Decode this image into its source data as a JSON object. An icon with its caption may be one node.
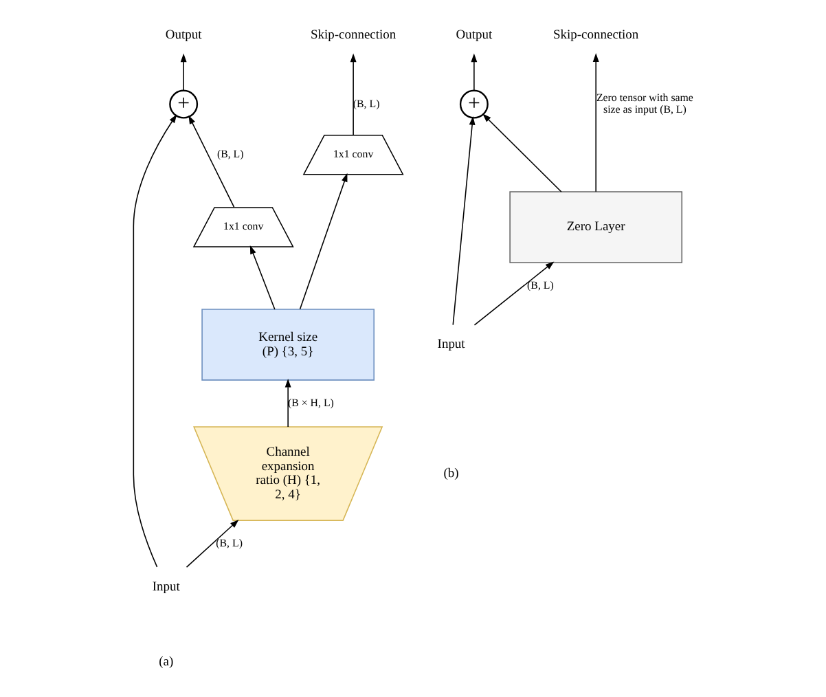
{
  "diagram": {
    "nodes": [
      {
        "text": [
          "Output"
        ]
      },
      {
        "text": [
          "Skip-connection"
        ]
      },
      {
        "text": [
          "+"
        ]
      },
      {
        "text": [
          "1x1 conv"
        ]
      },
      {
        "text": [
          "1x1 conv"
        ]
      },
      {
        "text": [
          "Kernel size (P) {3, 5}"
        ]
      },
      {
        "text": [
          "Channel expansion ratio (H) {1, 2, 4}"
        ]
      },
      {
        "text": [
          "Input"
        ]
      },
      {
        "text": [
          "Output"
        ]
      },
      {
        "text": [
          "Skip-connection"
        ]
      },
      {
        "text": [
          "+"
        ]
      },
      {
        "text": [
          "Zero Layer"
        ]
      },
      {
        "text": [
          "Input"
        ]
      }
    ],
    "edges": [
      {
        "from": 7,
        "to": 6,
        "arrow": "to",
        "label": "(B, L)"
      },
      {
        "from": 7,
        "to": 2,
        "arrow": "to"
      },
      {
        "from": 6,
        "to": 5,
        "arrow": "to",
        "label": "(B × H, L)"
      },
      {
        "from": 5,
        "to": 3,
        "arrow": "to"
      },
      {
        "from": 5,
        "to": 4,
        "arrow": "to"
      },
      {
        "from": 3,
        "to": 2,
        "arrow": "to",
        "label": "(B, L)"
      },
      {
        "from": 4,
        "to": 1,
        "arrow": "to",
        "label": "(B, L)"
      },
      {
        "from": 2,
        "to": 0,
        "arrow": "to"
      },
      {
        "from": 12,
        "to": 11,
        "arrow": "to",
        "label": "(B, L)"
      },
      {
        "from": 12,
        "to": 10,
        "arrow": "to"
      },
      {
        "from": 11,
        "to": 10,
        "arrow": "to"
      },
      {
        "from": 11,
        "to": 9,
        "arrow": "to",
        "label": "Zero tensor with same size as input (B, L)"
      },
      {
        "from": 10,
        "to": 8,
        "arrow": "to"
      }
    ],
    "labels": [
      "(a)",
      "(b)"
    ]
  }
}
